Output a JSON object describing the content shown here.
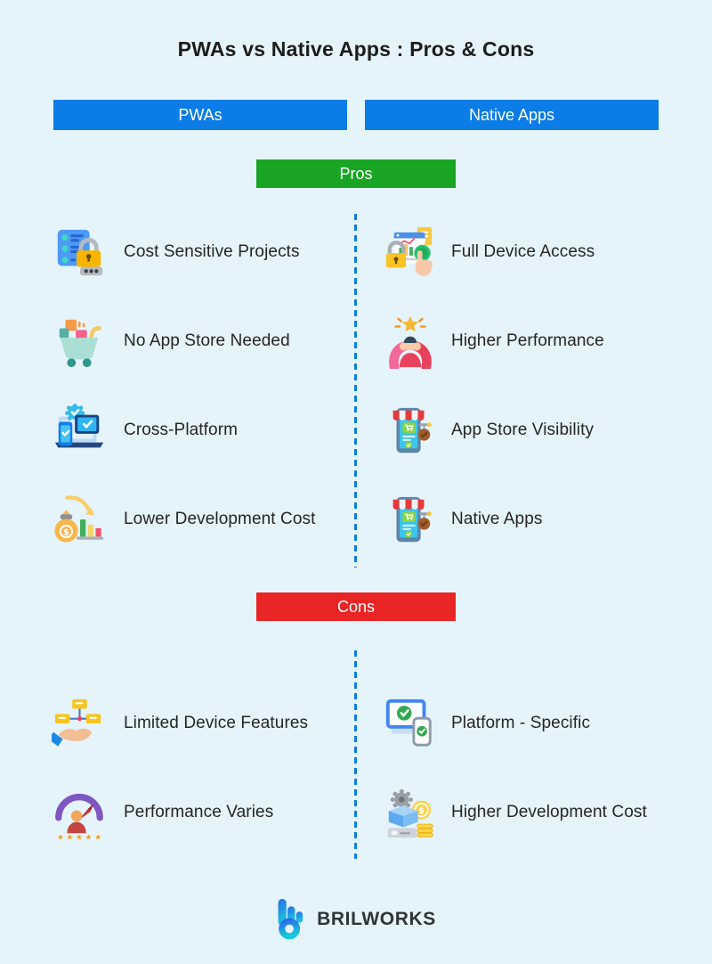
{
  "title": "PWAs vs Native Apps : Pros & Cons",
  "headers": {
    "left": "PWAs",
    "right": "Native Apps"
  },
  "sections": {
    "pros": {
      "label": "Pros",
      "pwa_items": [
        {
          "label": "Cost Sensitive Projects",
          "icon": "server-lock-icon"
        },
        {
          "label": "No App Store Needed",
          "icon": "shopping-cart-icon"
        },
        {
          "label": "Cross-Platform",
          "icon": "multi-device-check-icon"
        },
        {
          "label": "Lower Development Cost",
          "icon": "money-bag-decline-chart-icon"
        }
      ],
      "native_items": [
        {
          "label": "Full Device Access",
          "icon": "device-access-hand-icon"
        },
        {
          "label": "Higher Performance",
          "icon": "person-star-icon"
        },
        {
          "label": "App Store Visibility",
          "icon": "app-store-phone-icon"
        },
        {
          "label": "Native Apps",
          "icon": "app-store-phone-icon"
        }
      ]
    },
    "cons": {
      "label": "Cons",
      "pwa_items": [
        {
          "label": "Limited Device Features",
          "icon": "hand-sitemap-icon"
        },
        {
          "label": "Performance Varies",
          "icon": "gauge-person-stars-icon"
        }
      ],
      "native_items": [
        {
          "label": "Platform - Specific",
          "icon": "laptop-phone-check-icon"
        },
        {
          "label": "Higher Development Cost",
          "icon": "box-gear-coins-icon"
        }
      ]
    }
  },
  "footer": {
    "brand": "BRILWORKS"
  },
  "colors": {
    "background": "#E5F4FA",
    "header-blue": "#0C7CE6",
    "pros-green": "#18A524",
    "cons-red": "#E92525",
    "divider-blue": "#0C7CE6",
    "text-dark": "#1F1F1F"
  }
}
